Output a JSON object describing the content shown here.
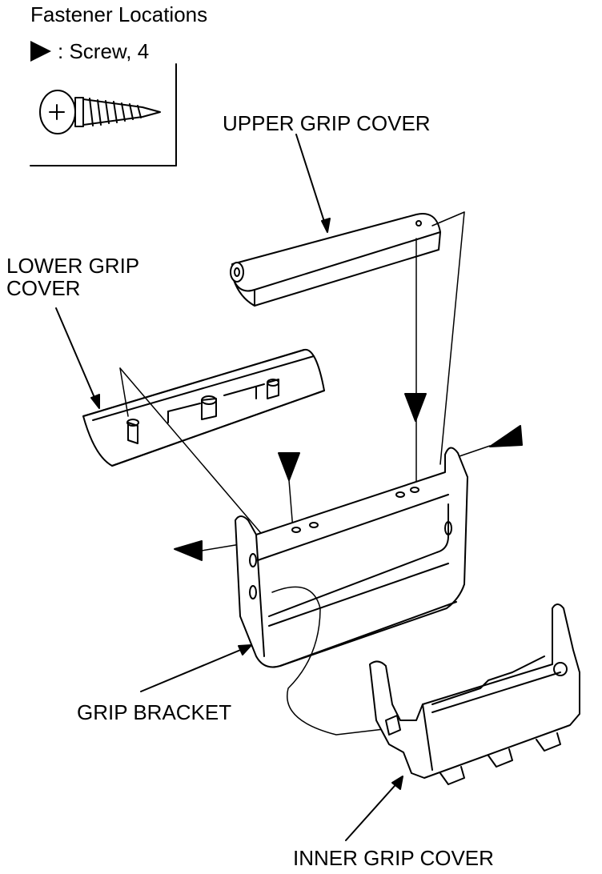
{
  "diagram": {
    "title": "Fastener Locations",
    "legend": {
      "symbol": "triangle-marker",
      "text": ": Screw, 4"
    },
    "labels": {
      "upper_grip_cover": "UPPER GRIP COVER",
      "lower_grip_cover_line1": "LOWER GRIP",
      "lower_grip_cover_line2": "COVER",
      "grip_bracket": "GRIP BRACKET",
      "inner_grip_cover": "INNER GRIP COVER"
    },
    "screw_markers": 4,
    "colors": {
      "ink": "#000000",
      "paper": "#ffffff"
    }
  }
}
